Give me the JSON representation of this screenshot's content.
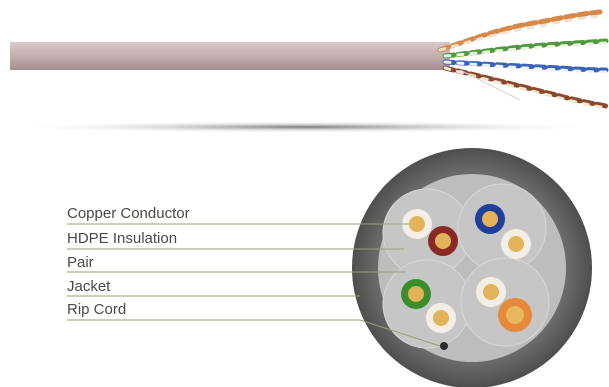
{
  "callouts": [
    {
      "id": "copper-conductor",
      "label": "Copper Conductor"
    },
    {
      "id": "hdpe-insulation",
      "label": "HDPE Insulation"
    },
    {
      "id": "pair",
      "label": "Pair"
    },
    {
      "id": "jacket",
      "label": "Jacket"
    },
    {
      "id": "rip-cord",
      "label": "Rip Cord"
    }
  ],
  "colors": {
    "jacket_outer": "#5b5b5b",
    "jacket_inner": "#bfbfbf",
    "cable_sheath": "#c9b4b6",
    "leader_line": "#9aa074",
    "copper": "#e3b35a",
    "insulation_white": "#f4efe6",
    "pair_brown": "#8a2a25",
    "pair_blue": "#1f3f9a",
    "pair_green": "#3b8c2a",
    "pair_orange": "#e58a3a"
  }
}
